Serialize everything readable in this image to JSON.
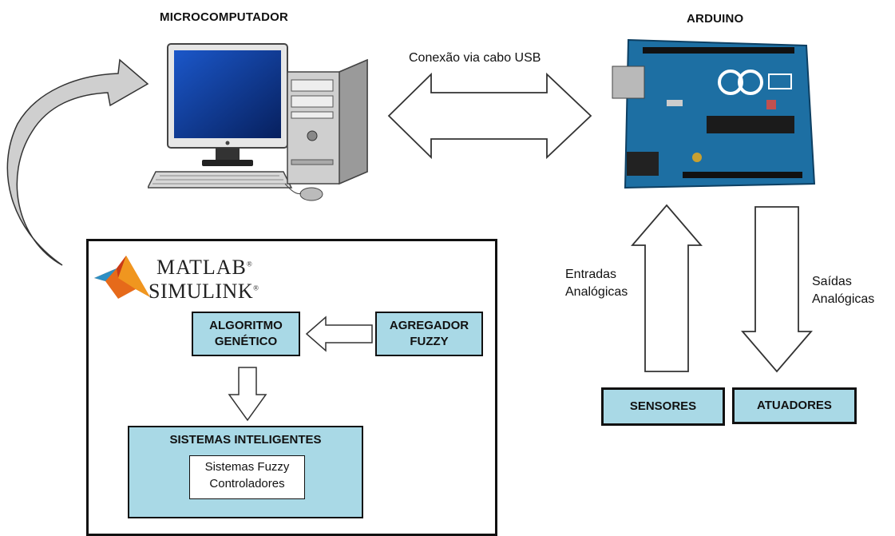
{
  "titles": {
    "microcomputer": "MICROCOMPUTADOR",
    "arduino": "ARDUINO"
  },
  "labels": {
    "usb_connection": "Conexão via cabo USB",
    "analog_inputs": [
      "Entradas",
      "Analógicas"
    ],
    "analog_outputs": [
      "Saídas",
      "Analógicas"
    ]
  },
  "matlab": {
    "logo_line1": "MATLAB",
    "logo_line2": "SIMULINK",
    "registered": "®"
  },
  "boxes": {
    "genetic_algorithm": [
      "ALGORITMO",
      "GENÉTICO"
    ],
    "fuzzy_aggregator": [
      "AGREGADOR",
      "FUZZY"
    ],
    "intelligent_systems": "SISTEMAS INTELIGENTES",
    "intelligent_items": [
      "Sistemas Fuzzy",
      "Controladores"
    ],
    "sensors": "SENSORES",
    "actuators": "ATUADORES"
  },
  "colors": {
    "box_fill": "#a9d9e6",
    "arduino_board": "#1d6fa3",
    "arrow_fill": "#ffffff"
  },
  "icons": [
    "desktop-computer-icon",
    "arduino-board-icon",
    "matlab-logo-icon"
  ]
}
